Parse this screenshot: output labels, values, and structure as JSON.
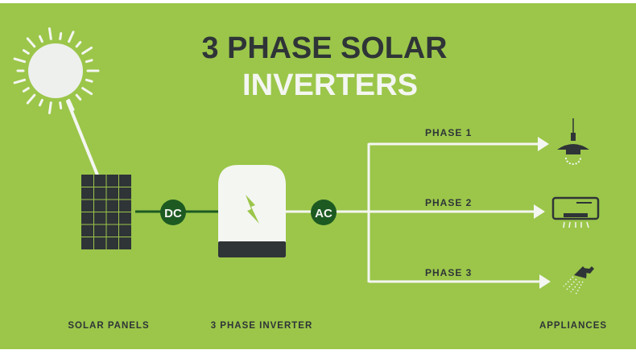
{
  "title": {
    "line1": "3 PHASE SOLAR",
    "line2": "INVERTERS"
  },
  "nodes": {
    "dc": "DC",
    "ac": "AC"
  },
  "phases": [
    "PHASE 1",
    "PHASE 2",
    "PHASE 3"
  ],
  "labels": {
    "solar_panels": "SOLAR PANELS",
    "inverter": "3 PHASE INVERTER",
    "appliances": "APPLIANCES"
  },
  "icons": [
    "sun-icon",
    "solar-panel-icon",
    "inverter-icon",
    "lightning-bolt-icon",
    "pendant-lamp-icon",
    "air-conditioner-icon",
    "shower-icon"
  ],
  "colors": {
    "background": "#9bc64a",
    "dark": "#2f3437",
    "node": "#1d5a22",
    "white": "#f4f6f2"
  }
}
